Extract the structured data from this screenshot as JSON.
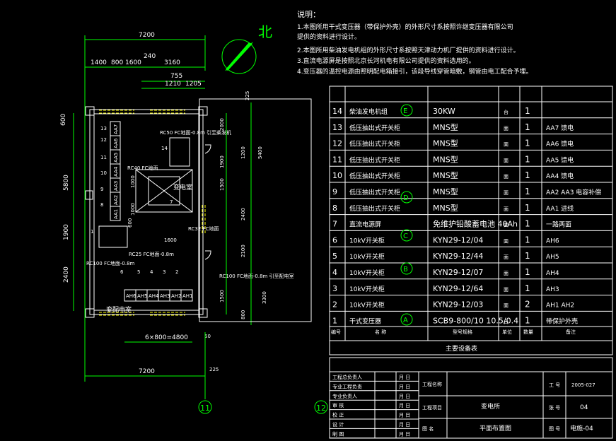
{
  "notes": {
    "title": "说明：",
    "lines": [
      "1.本图所用干式变压器（带保护外壳）的外形尺寸系按照许继变压器有限公司",
      "提供的资料进行设计。",
      "2.本图所用柴油发电机组的外形尺寸系按照天津动力机厂提供的资料进行设计。",
      "3.直流电源屏是按照北京长河机电有限公司提供的资料选用的。",
      "4.变压器的温控电源由照明配电箱接引，该段导线穿管暗敷，钢管由电工配合予埋。"
    ]
  },
  "north_label": "北",
  "dims": {
    "top_total": "7200",
    "d1400": "1400",
    "d800": "800",
    "d1600": "1600",
    "d240": "240",
    "d3160": "3160",
    "d755": "755",
    "d1210": "1210",
    "d1205": "1205",
    "left600": "600",
    "left5800": "5800",
    "left1900": "1900",
    "left2400": "2400",
    "r225a": "225",
    "r2000": "2000",
    "r1200": "1200",
    "r5400": "5400",
    "r1900": "1900",
    "r1500": "1500",
    "r2400": "2400",
    "r2100": "2100",
    "r3300": "3300",
    "r1500b": "1500",
    "r800": "800",
    "r50": "50",
    "r225b": "225",
    "i1000": "1000",
    "i1000b": "1000",
    "i600": "600",
    "i1600": "1600",
    "bottom_ah": "6×800=4800",
    "bottom_total": "7200"
  },
  "labels": {
    "rc50": "RC50 FC地面-0.8m 引至柴发机",
    "rc40": "RC40 FC地面",
    "rc32": "RC32 FC地面",
    "rc25": "RC25 FC地面-0.8m",
    "rc100a": "RC100 FC地面-0.8m",
    "rc100b": "RC100 FC地面-0.8m 引至配电室",
    "room_substation": "变电室",
    "room_dist": "变配电室",
    "panel_aa": [
      "AA7",
      "AA6",
      "AA5",
      "AA4",
      "AA3",
      "AA2",
      "AA1"
    ],
    "panel_aa_nums": [
      "13",
      "12",
      "11",
      "10",
      "9",
      "8"
    ],
    "panel_ah": [
      "AH6",
      "AH5",
      "AH4",
      "AH3",
      "AH2",
      "AH1"
    ],
    "panel_ah_nums": [
      "6",
      "5",
      "4",
      "3",
      "2"
    ],
    "item_14": "14",
    "item_7": "7",
    "item_1": "1",
    "axis_11": "11",
    "axis_12": "12"
  },
  "equipment_table": {
    "rows": [
      {
        "no": "14",
        "name": "柴油发电机组",
        "model": "30KW",
        "unit": "台",
        "qty": "1",
        "note": ""
      },
      {
        "no": "13",
        "name": "低压抽出式开关柜",
        "model": "MNS型",
        "unit": "面",
        "qty": "1",
        "note": "AA7 馈电"
      },
      {
        "no": "12",
        "name": "低压抽出式开关柜",
        "model": "MNS型",
        "unit": "面",
        "qty": "1",
        "note": "AA6 馈电"
      },
      {
        "no": "11",
        "name": "低压抽出式开关柜",
        "model": "MNS型",
        "unit": "面",
        "qty": "1",
        "note": "AA5 馈电"
      },
      {
        "no": "10",
        "name": "低压抽出式开关柜",
        "model": "MNS型",
        "unit": "面",
        "qty": "1",
        "note": "AA4 馈电"
      },
      {
        "no": "9",
        "name": "低压抽出式开关柜",
        "model": "MNS型",
        "unit": "面",
        "qty": "1",
        "note": "AA2 AA3 电容补偿"
      },
      {
        "no": "8",
        "name": "低压抽出式开关柜",
        "model": "MNS型",
        "unit": "面",
        "qty": "1",
        "note": "AA1 进线"
      },
      {
        "no": "7",
        "name": "直流电源屏",
        "model": "免维护铅酸蓄电池 40Ah",
        "unit": "面",
        "qty": "1",
        "note": "一路两面"
      },
      {
        "no": "6",
        "name": "10kV开关柜",
        "model": "KYN29-12/04",
        "unit": "面",
        "qty": "1",
        "note": "AH6"
      },
      {
        "no": "5",
        "name": "10kV开关柜",
        "model": "KYN29-12/44",
        "unit": "面",
        "qty": "1",
        "note": "AH5"
      },
      {
        "no": "4",
        "name": "10kV开关柜",
        "model": "KYN29-12/07",
        "unit": "面",
        "qty": "1",
        "note": "AH4"
      },
      {
        "no": "3",
        "name": "10kV开关柜",
        "model": "KYN29-12/64",
        "unit": "面",
        "qty": "1",
        "note": "AH3"
      },
      {
        "no": "2",
        "name": "10kV开关柜",
        "model": "KYN29-12/03",
        "unit": "面",
        "qty": "2",
        "note": "AH1 AH2"
      },
      {
        "no": "1",
        "name": "干式变压器",
        "model": "SCB9-800/10 10.5/0.4",
        "unit": "台",
        "qty": "1",
        "note": "带保护外壳"
      }
    ],
    "header": {
      "no": "编号",
      "name": "名 称",
      "model": "型号规格",
      "unit": "单位",
      "qty": "数量",
      "note": "备注"
    },
    "caption": "主要设备表",
    "circle_marks": [
      "E",
      "D",
      "C",
      "B",
      "A"
    ]
  },
  "title_block": {
    "roles": [
      "工程总负责人",
      "专业工程负责",
      "专业负责人",
      "审 核",
      "校 正",
      "设 计",
      "制 图"
    ],
    "date_label": "月 日",
    "project_name_label": "工程名称",
    "item_label": "工程项目",
    "drawing_label": "图 名",
    "project_item": "变电所",
    "drawing_title": "平面布置图",
    "job_no_label": "工 号",
    "job_no": "2005-027",
    "sheet_label": "张 号",
    "sheet_no": "04",
    "drawing_no_label": "图 号",
    "drawing_no": "电施-04"
  },
  "colors": {
    "line": "#ffffff",
    "dim": "#00ff00",
    "hatch": "#ffff00"
  }
}
